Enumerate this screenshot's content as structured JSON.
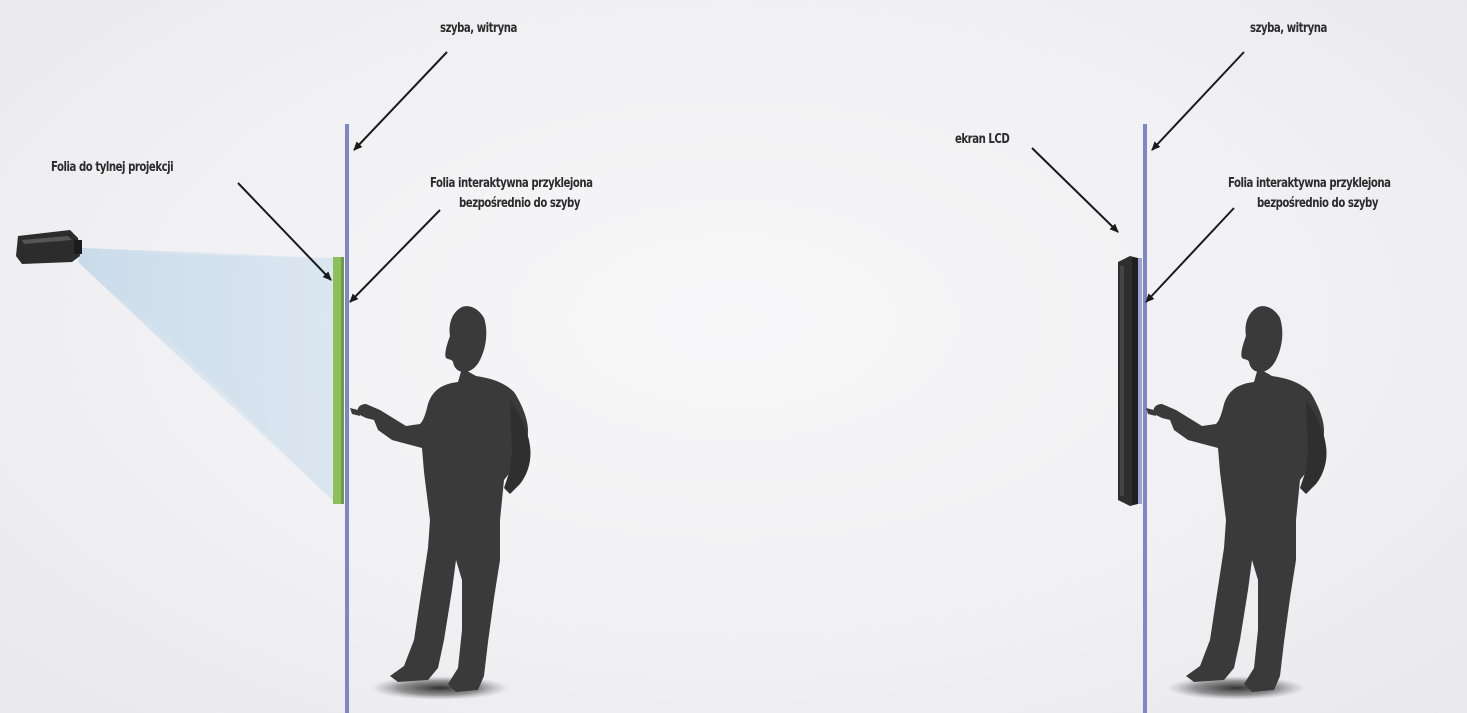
{
  "left_panel": {
    "glass_label": "szyba, witryna",
    "rear_film_label": "Folia do tylnej projekcji",
    "touch_film_label_line1": "Folia interaktywna przyklejona",
    "touch_film_label_line2": "bezpośrednio do szyby"
  },
  "right_panel": {
    "glass_label": "szyba, witryna",
    "lcd_label": "ekran LCD",
    "touch_film_label_line1": "Folia interaktywna przyklejona",
    "touch_film_label_line2": "bezpośrednio do szyby"
  },
  "colors": {
    "glass": "#7d86c8",
    "rear_projection_film": "#8fbf5a",
    "lcd_screen": "#2e2e2e",
    "person": "#3a3a3a",
    "arrow": "#1a1a1a",
    "beam": "#cfe0ee"
  },
  "icons": {
    "projector": "projector-icon",
    "person": "person-silhouette-icon"
  }
}
